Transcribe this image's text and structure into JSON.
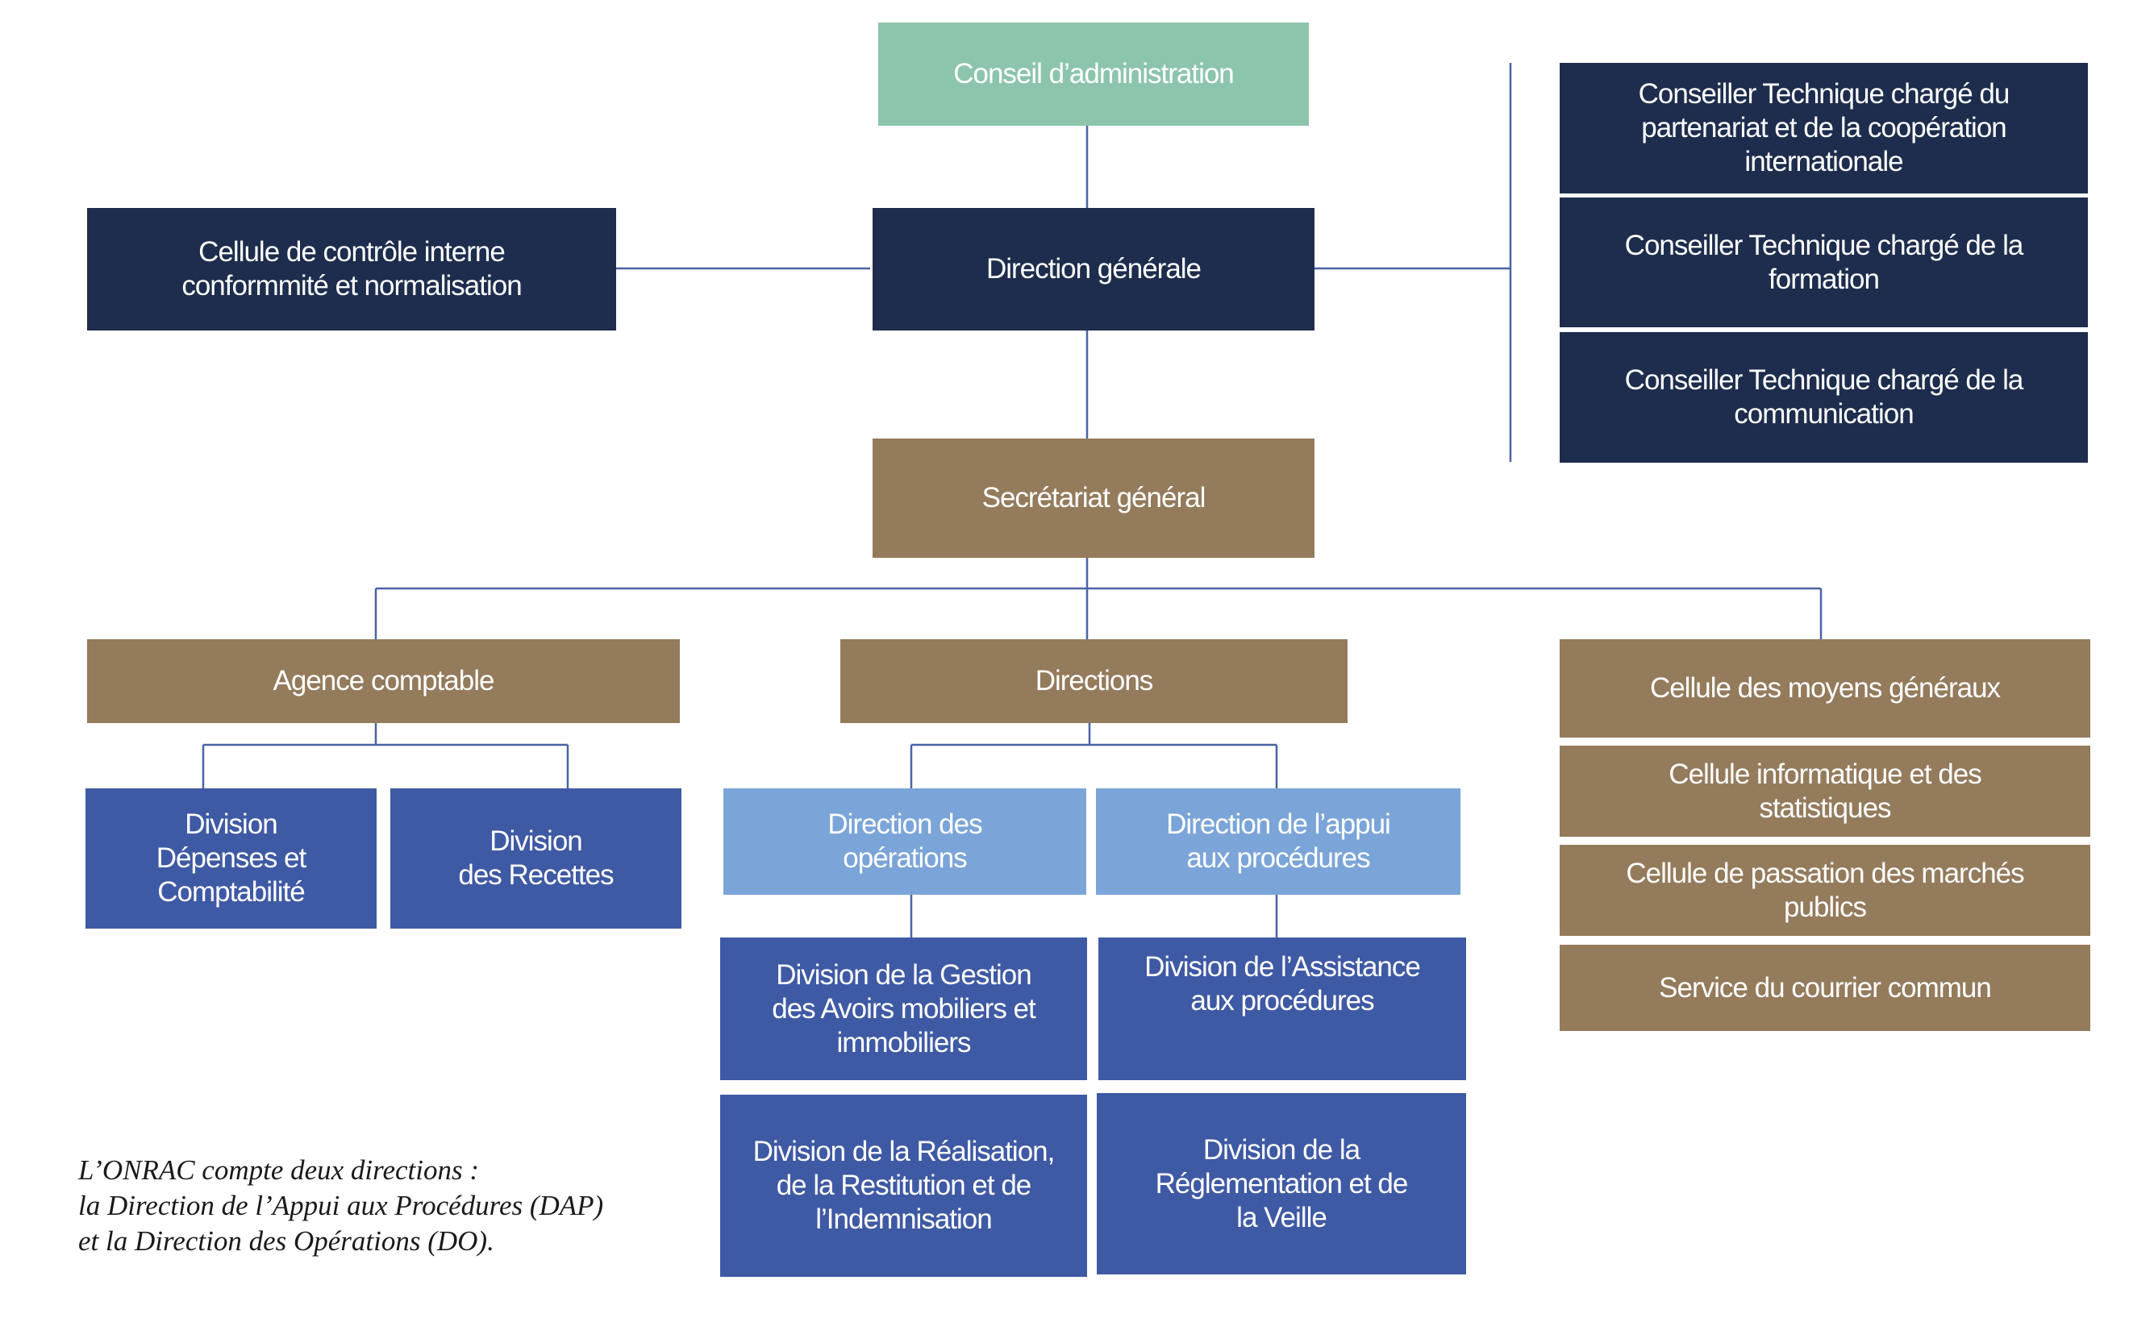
{
  "org_chart": {
    "conseil": "Conseil d’administration",
    "direction_generale": "Direction générale",
    "cellule_controle": "Cellule de contrôle interne\nconformmité et normalisation",
    "conseillers": [
      "Conseiller Technique chargé du\npartenariat et de la coopération\ninternationale",
      "Conseiller Technique chargé de la\nformation",
      "Conseiller Technique chargé de la\ncommunication"
    ],
    "secretariat": "Secrétariat général",
    "agence_comptable": "Agence comptable",
    "division_depenses": "Division\nDépenses et\nComptabilité",
    "division_recettes": "Division\ndes Recettes",
    "directions": "Directions",
    "direction_operations": "Direction des\nopérations",
    "direction_appui": "Direction de l’appui\naux procédures",
    "division_gestion": "Division de la Gestion\ndes Avoirs mobiliers et\nimmobiliers",
    "division_realisation": "Division de la Réalisation,\nde la Restitution et de\nl’Indemnisation",
    "division_assistance": "Division de l’Assistance\naux procédures",
    "division_reglementation": "Division de la\nRéglementation et de\nla Veille",
    "cellules_moyens": [
      "Cellule des moyens généraux",
      "Cellule informatique et des\nstatistiques",
      "Cellule de passation des marchés\npublics",
      "Service du courrier commun"
    ]
  },
  "note": [
    "L’ONRAC compte deux directions :",
    "la Direction de l’Appui aux Procédures (DAP)",
    "et la Direction des Opérations (DO)."
  ],
  "colors": {
    "green": "#8cc5ab",
    "navy": "#1e2d4d",
    "tan": "#947b5c",
    "blue": "#3f5aa4",
    "light_blue": "#7ba5d8",
    "connector": "#4a63a6"
  }
}
